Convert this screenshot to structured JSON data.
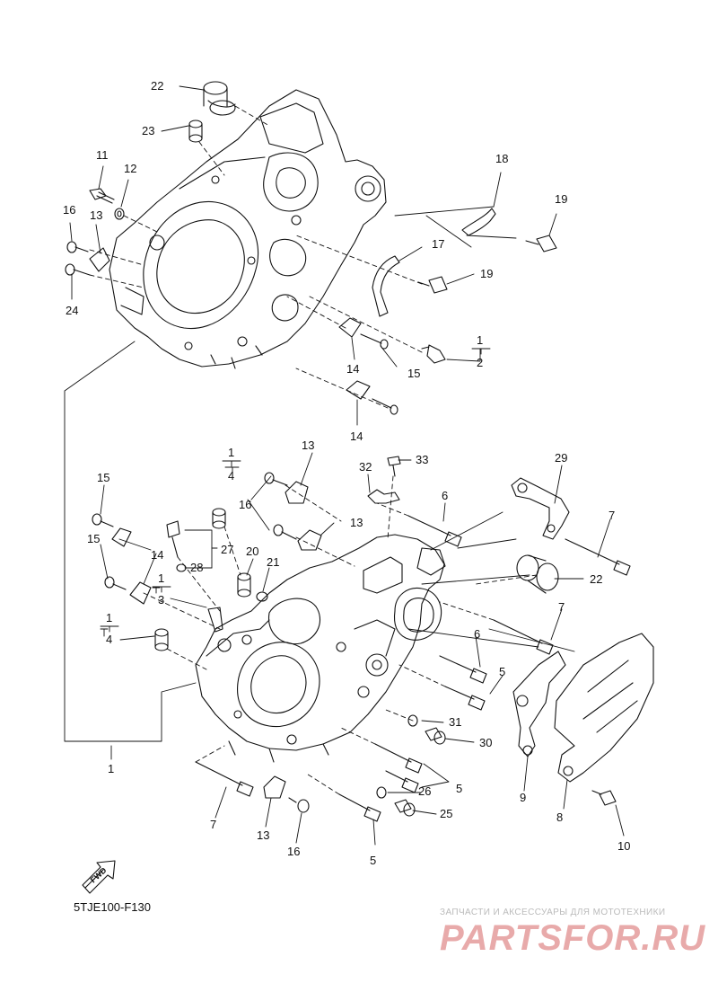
{
  "diagram": {
    "part_code": "5TJE100-F130",
    "fwd_label": "FWD",
    "callouts": {
      "c22a": "22",
      "c23": "23",
      "c11": "11",
      "c12": "12",
      "c16a": "16",
      "c13a": "13",
      "c24": "24",
      "c18": "18",
      "c19a": "19",
      "c17": "17",
      "c19b": "19",
      "c1a": "1",
      "c2": "2",
      "c14a": "14",
      "c15a": "15",
      "c14b": "14",
      "c1b": "1",
      "c4a": "4",
      "c13b": "13",
      "c33": "33",
      "c32": "32",
      "c29": "29",
      "c15b": "15",
      "c16b": "16",
      "c13c": "13",
      "c6a": "6",
      "c7a": "7",
      "c15c": "15",
      "c14c": "14",
      "c27": "27",
      "c28": "28",
      "c20": "20",
      "c21": "21",
      "c1c": "1",
      "c3": "3",
      "c22b": "22",
      "c1d": "1",
      "c4b": "4",
      "c7b": "7",
      "c6b": "6",
      "c5a": "5",
      "c31": "31",
      "c30": "30",
      "c1e": "1",
      "c9": "9",
      "c26": "26",
      "c5b": "5",
      "c25": "25",
      "c8": "8",
      "c7c": "7",
      "c13d": "13",
      "c16c": "16",
      "c5c": "5",
      "c10": "10"
    }
  },
  "watermark": {
    "tagline": "ЗАПЧАСТИ И АКСЕССУАРЫ ДЛЯ МОТОТЕХНИКИ",
    "logo": "PARTSFOR.RU"
  }
}
